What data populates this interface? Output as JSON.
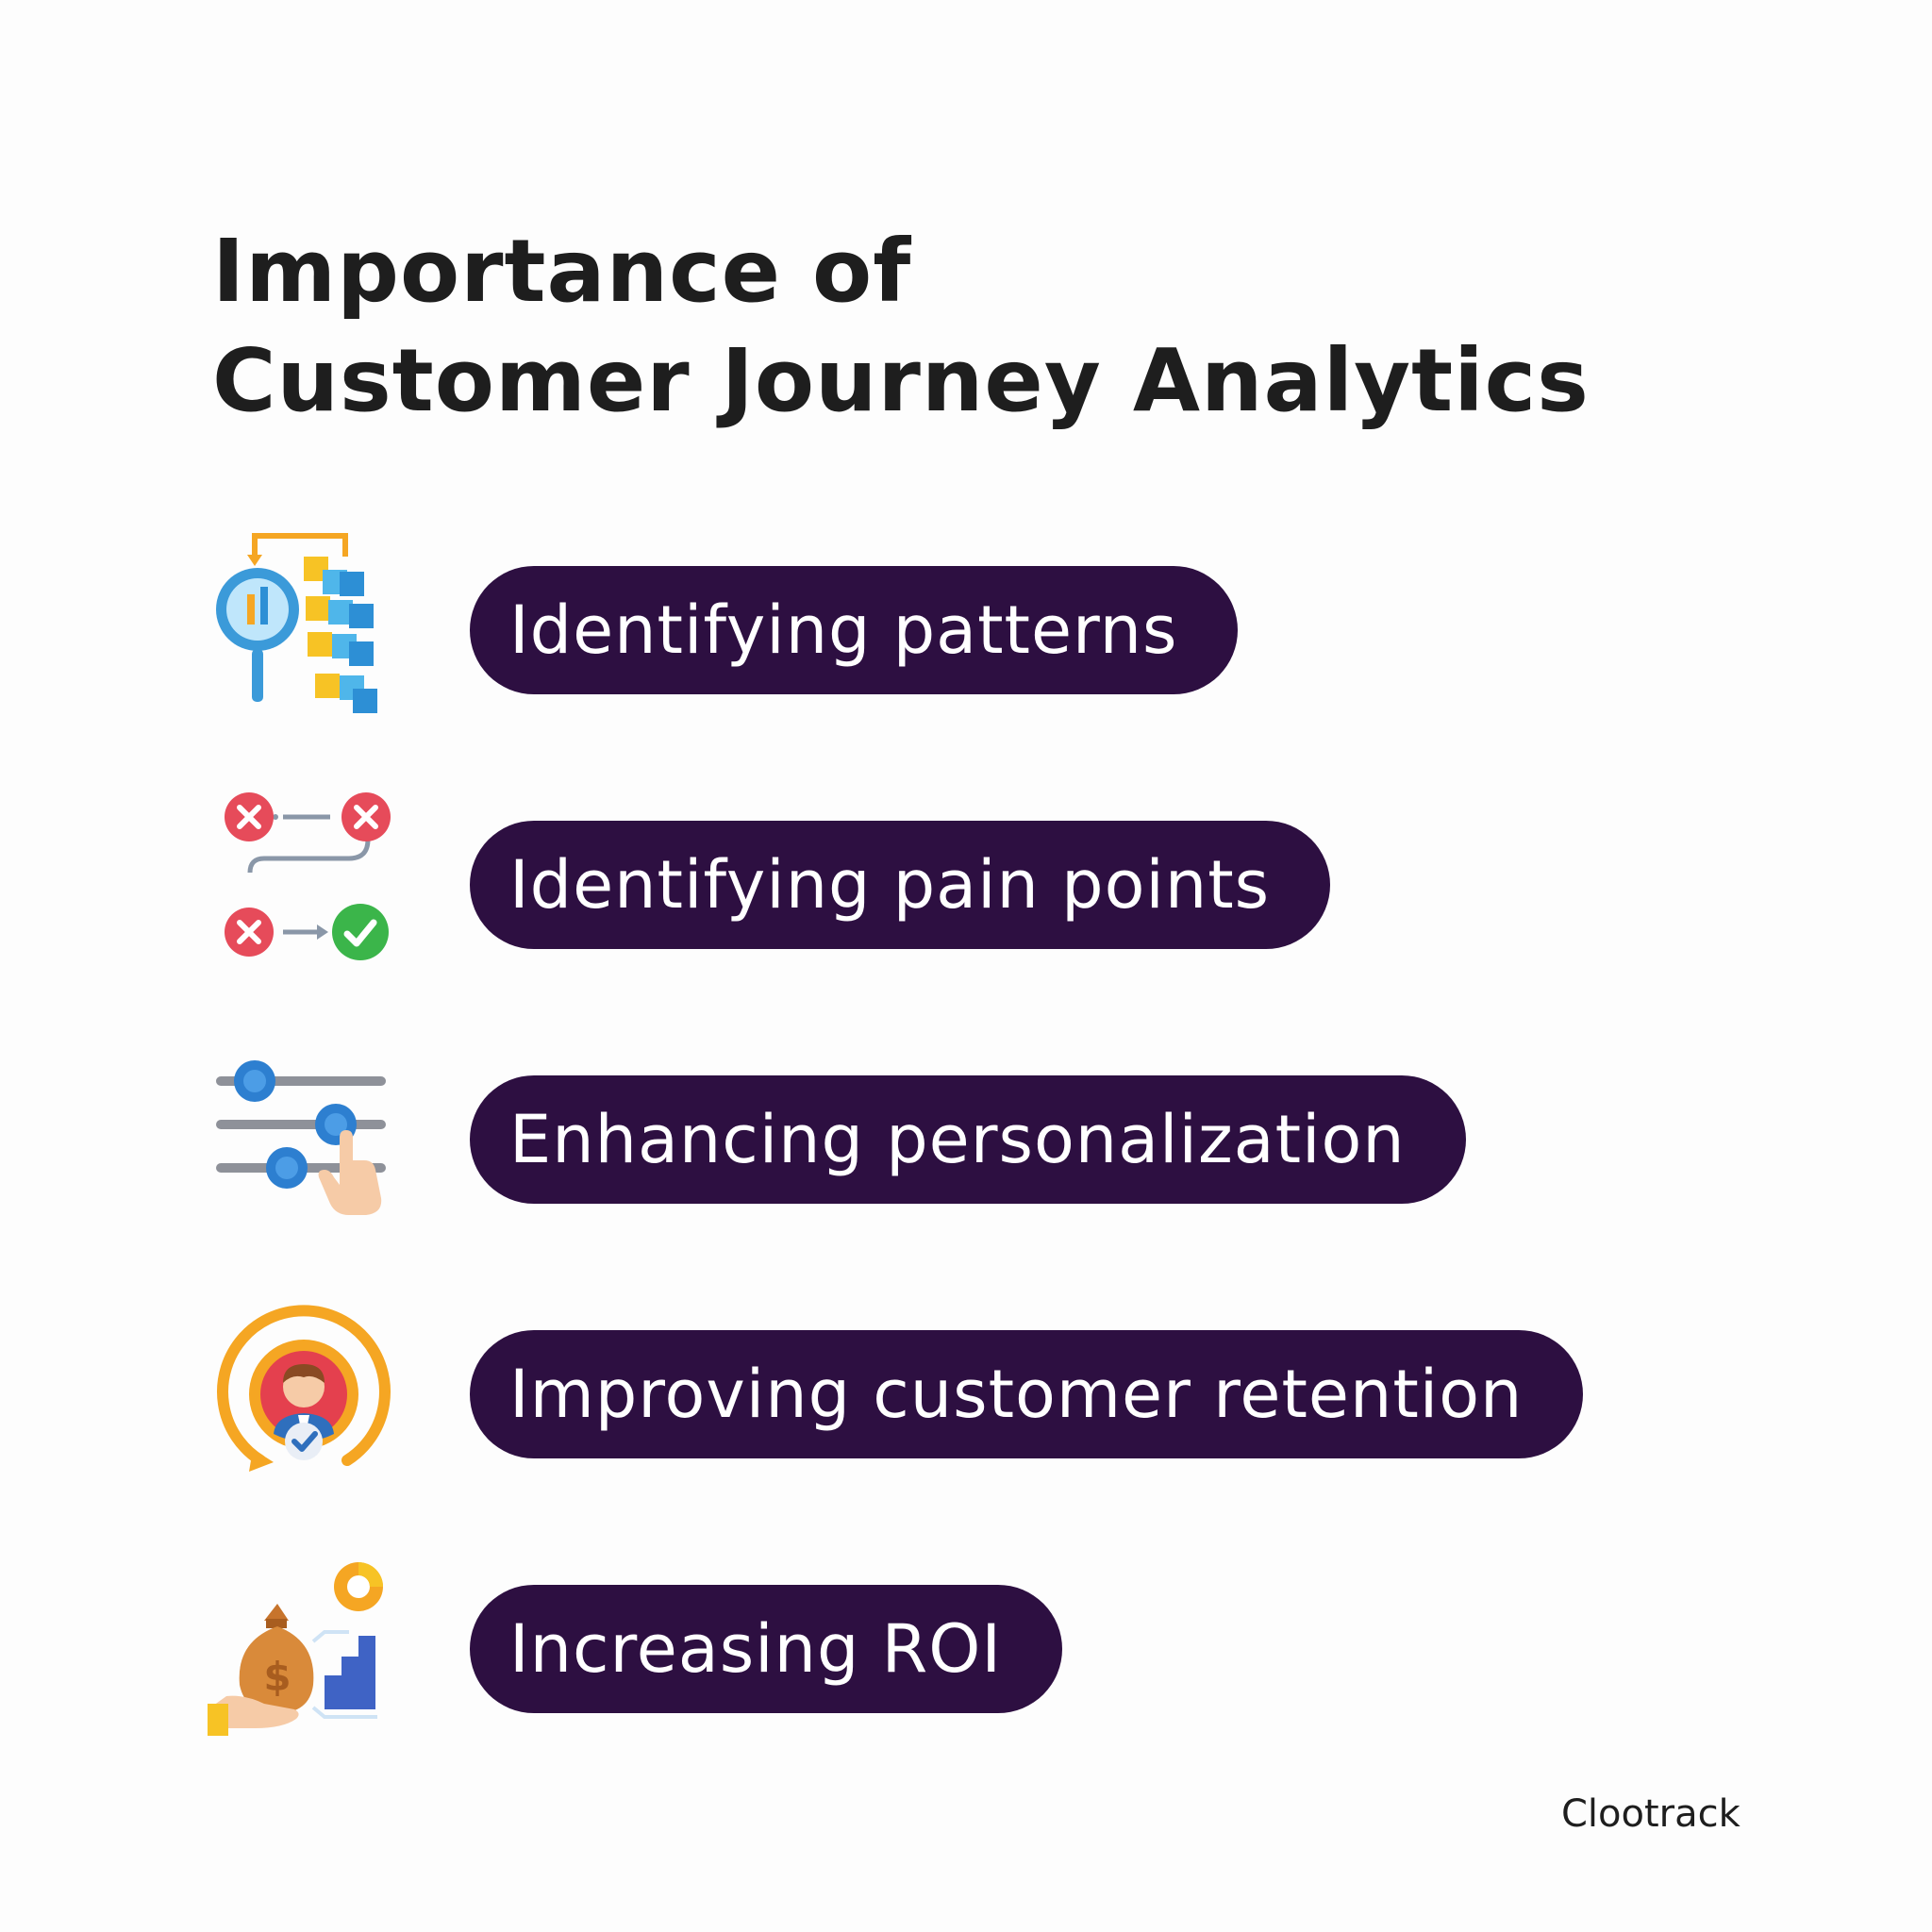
{
  "title": {
    "line1": "Importance of",
    "line2": "Customer Journey Analytics"
  },
  "items": [
    {
      "label": "Identifying patterns",
      "icon": "pattern-analysis-icon"
    },
    {
      "label": "Identifying pain points",
      "icon": "pain-points-flow-icon"
    },
    {
      "label": "Enhancing personalization",
      "icon": "settings-sliders-icon"
    },
    {
      "label": "Improving customer retention",
      "icon": "customer-retention-icon"
    },
    {
      "label": "Increasing ROI",
      "icon": "roi-money-icon"
    }
  ],
  "brand": "Clootrack",
  "colors": {
    "pill_background": "#2d0f41",
    "pill_text": "#ffffff",
    "title": "#1e1e1e",
    "page_background": "#fdfdfd"
  }
}
